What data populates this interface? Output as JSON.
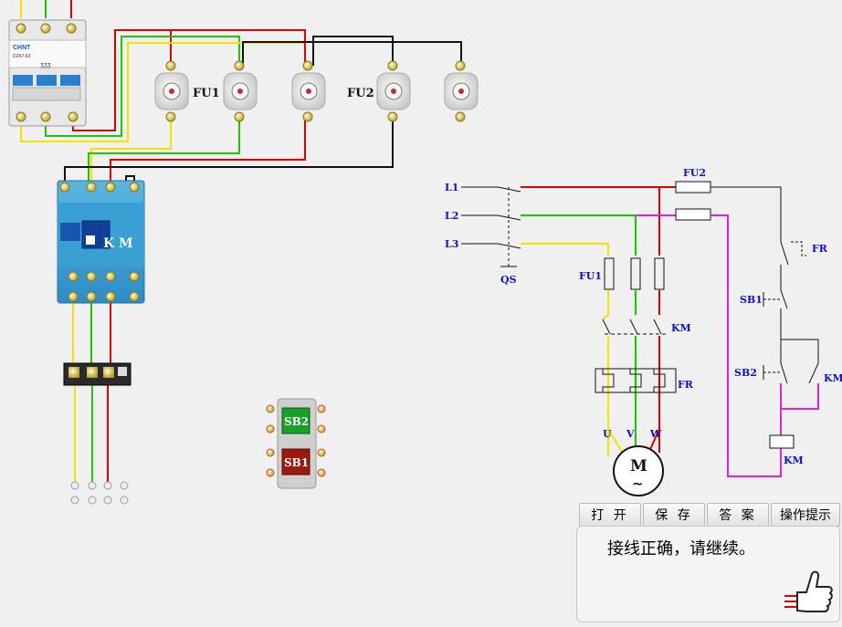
{
  "diagram": {
    "breaker_brand": "CHNT",
    "breaker_model": "DZ47-63",
    "fu1_label": "FU1",
    "fu2_label": "FU2",
    "km_label": "K M",
    "sb1_label": "SB1",
    "sb2_label": "SB2",
    "schematic": {
      "l1": "L1",
      "l2": "L2",
      "l3": "L3",
      "qs": "QS",
      "fu1": "FU1",
      "fu2": "FU2",
      "km": "KM",
      "fr": "FR",
      "u": "U",
      "v": "V",
      "w": "W",
      "motor": "M",
      "motor_sym": "~",
      "sb1": "SB1",
      "sb2": "SB2",
      "fr_ctrl": "FR",
      "km_hold": "KM",
      "km_coil": "KM"
    },
    "colors": {
      "yellow": "#f2e400",
      "green": "#1ec800",
      "red": "#e00000",
      "black": "#111111",
      "magenta": "#e020e0",
      "blue_label": "#1010c0"
    }
  },
  "toolbar": {
    "open": "打 开",
    "save": "保 存",
    "answer": "答 案",
    "hint": "操作提示"
  },
  "message": {
    "text": "接线正确，请继续。"
  },
  "icons": {
    "thumb": "thumbs-up-icon"
  }
}
